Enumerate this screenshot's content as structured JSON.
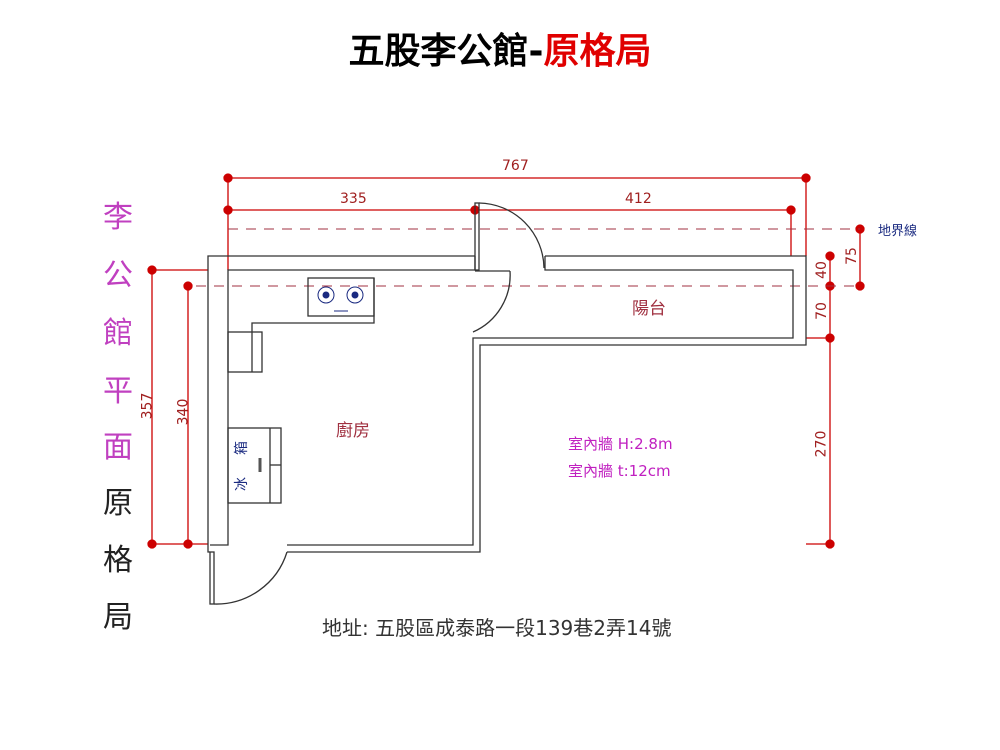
{
  "title": {
    "main": "五股李公館-",
    "highlight": "原格局"
  },
  "side_label": {
    "pink": [
      "李",
      "公",
      "館",
      "平",
      "面"
    ],
    "black": [
      "原",
      "格",
      "局"
    ]
  },
  "dimensions": {
    "total_width": "767",
    "left_width": "335",
    "right_width": "412",
    "left_outer_height": "357",
    "left_inner_height": "340",
    "right_40": "40",
    "right_75": "75",
    "right_70": "70",
    "right_270": "270"
  },
  "labels": {
    "property_line": "地界線",
    "balcony": "陽台",
    "kitchen": "廚房",
    "fridge_1": "冰",
    "fridge_2": "箱",
    "wall_height": "室內牆  H:2.8m",
    "wall_thickness": "室內牆  t:12cm",
    "address": "地址: 五股區成泰路一段139巷2弄14號"
  },
  "colors": {
    "dimension": "#cc0000",
    "title_highlight": "#e00000",
    "pink": "#c040c0",
    "magenta": "#c020c0",
    "blue_label": "#1a2a80"
  }
}
